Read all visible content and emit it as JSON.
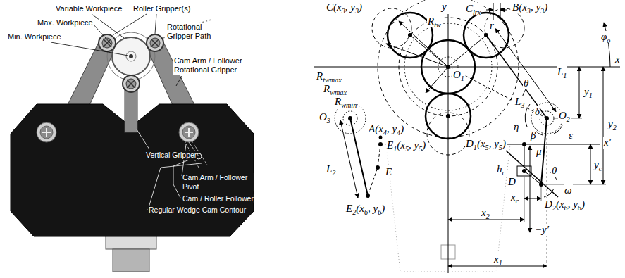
{
  "diagram": {
    "labels": [
      "Variable Workpiece",
      "Roller Gripper(s)",
      "Max. Workpiece",
      "Rotational Gripper Path",
      "Min. Workpiece",
      "Cam Arm / Follower Rotational Gripper",
      "Vertical Gripper",
      "Cam Arm / Follower Pivot",
      "Cam / Roller Follower",
      "Regular Wedge Cam Contour",
      "C(x3, y3)",
      "y",
      "Clrx",
      "B(x3, y3)",
      "Rtw",
      "r",
      "φo",
      "x",
      "O1",
      "θ",
      "L1",
      "Rtwmax",
      "Rwmax",
      "Rwmin",
      "L3",
      "y1",
      "η",
      "β",
      "δ",
      "O2",
      "y2",
      "A(x4, y4)",
      "O3",
      "μ",
      "ε",
      "x′",
      "E1(x5, y5)",
      "D1(x5, y5)",
      "L2",
      "hc",
      "yc",
      "E",
      "D",
      "θ",
      "ω",
      "xc",
      "E2(x6, y6)",
      "D2(x6, y6)",
      "x2",
      "−y′",
      "x1"
    ]
  }
}
